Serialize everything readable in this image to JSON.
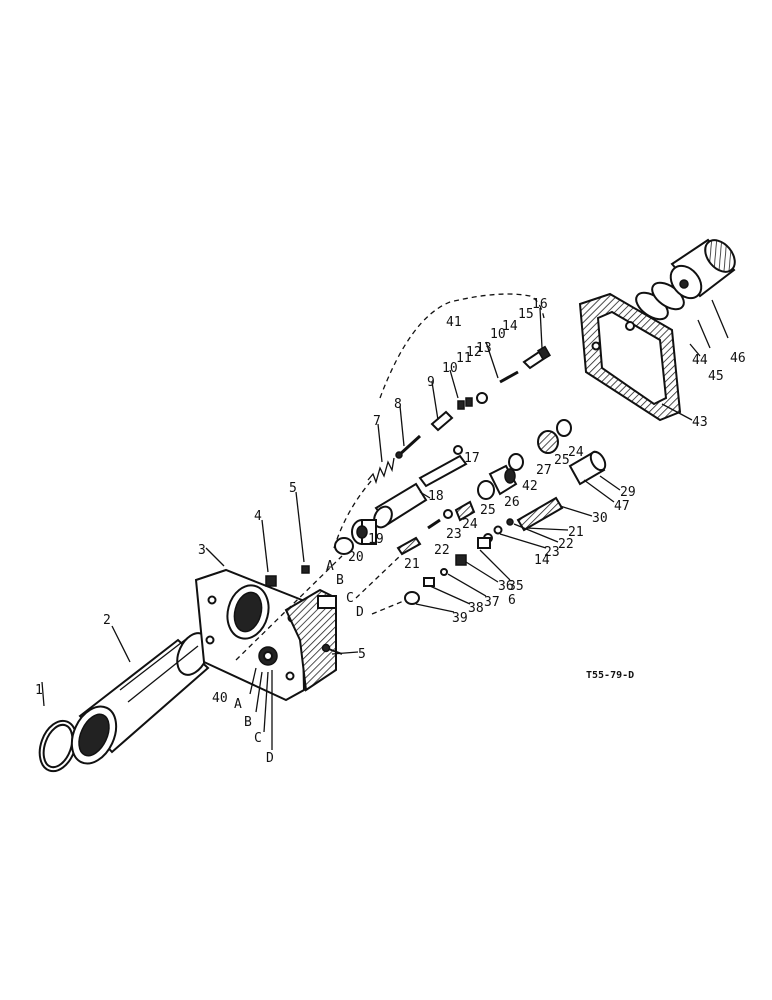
{
  "diagram": {
    "reference_code": "T55-79-D",
    "callouts": {
      "c1": "1",
      "c2": "2",
      "c3": "3",
      "c4": "4",
      "c5a": "5",
      "c5b": "5",
      "c6": "6",
      "c7": "7",
      "c8": "8",
      "c9": "9",
      "c10a": "10",
      "c10b": "10",
      "c11": "11",
      "c12": "12",
      "c13": "13",
      "c14a": "14",
      "c14b": "14",
      "c15": "15",
      "c16": "16",
      "c17": "17",
      "c18": "18",
      "c19": "19",
      "c20": "20",
      "c21a": "21",
      "c21b": "21",
      "c22a": "22",
      "c22b": "22",
      "c23a": "23",
      "c23b": "23",
      "c24a": "24",
      "c24b": "24",
      "c25a": "25",
      "c25b": "25",
      "c26": "26",
      "c27": "27",
      "c29": "29",
      "c30": "30",
      "c35": "35",
      "c36": "36",
      "c37": "37",
      "c38": "38",
      "c39": "39",
      "c40": "40",
      "c41": "41",
      "c42": "42",
      "c43": "43",
      "c44": "44",
      "c45": "45",
      "c46": "46",
      "c47": "47",
      "cA1": "A",
      "cB1": "B",
      "cC1": "C",
      "cD1": "D",
      "cA2": "A",
      "cB2": "B",
      "cC2": "C",
      "cD2": "D"
    }
  }
}
